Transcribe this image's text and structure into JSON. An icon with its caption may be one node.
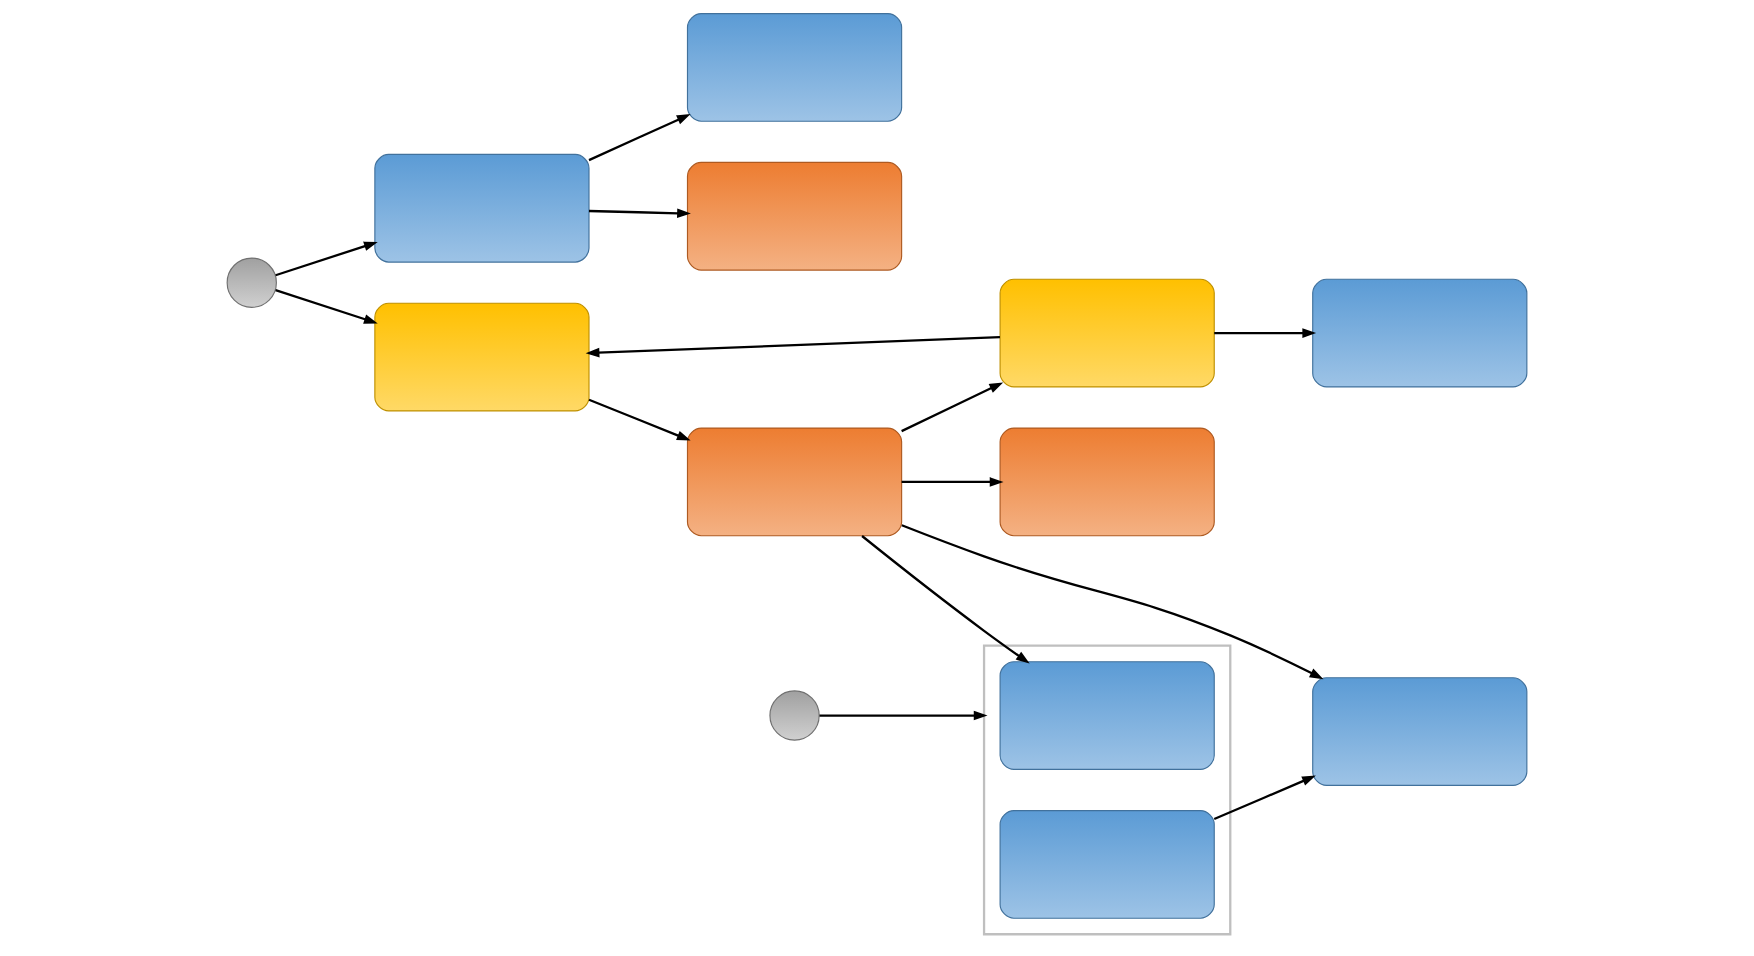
{
  "diagram": {
    "nodes": [
      {
        "text": [],
        "shape": "circle"
      },
      {
        "text": [],
        "shape": "circle"
      },
      {
        "text": [],
        "shape": "box"
      },
      {
        "text": [],
        "shape": "box"
      },
      {
        "text": [],
        "shape": "box"
      },
      {
        "text": [],
        "shape": "box"
      },
      {
        "text": [],
        "shape": "box"
      },
      {
        "text": [],
        "shape": "box"
      },
      {
        "text": [],
        "shape": "box"
      },
      {
        "text": [],
        "shape": "box"
      },
      {
        "text": [],
        "shape": "box"
      },
      {
        "text": [],
        "shape": "box",
        "in": 10
      },
      {
        "text": [],
        "shape": "box",
        "in": 10
      },
      {
        "text": [],
        "shape": "box"
      }
    ],
    "edges": [
      {
        "from": 0,
        "to": 2,
        "arrow": "to"
      },
      {
        "from": 0,
        "to": 3,
        "arrow": "to"
      },
      {
        "from": 2,
        "to": 4,
        "arrow": "to"
      },
      {
        "from": 2,
        "to": 5,
        "arrow": "to"
      },
      {
        "from": 6,
        "to": 3,
        "arrow": "to"
      },
      {
        "from": 3,
        "to": 9,
        "arrow": "to"
      },
      {
        "from": 6,
        "to": 7,
        "arrow": "to"
      },
      {
        "from": 9,
        "to": 6,
        "arrow": "to"
      },
      {
        "from": 9,
        "to": 8,
        "arrow": "to"
      },
      {
        "from": 9,
        "to": 11,
        "arrow": "to"
      },
      {
        "from": 9,
        "to": 13,
        "arrow": "to"
      },
      {
        "from": 1,
        "to": 10,
        "arrow": "to"
      },
      {
        "from": 12,
        "to": 13,
        "arrow": "to"
      }
    ]
  }
}
